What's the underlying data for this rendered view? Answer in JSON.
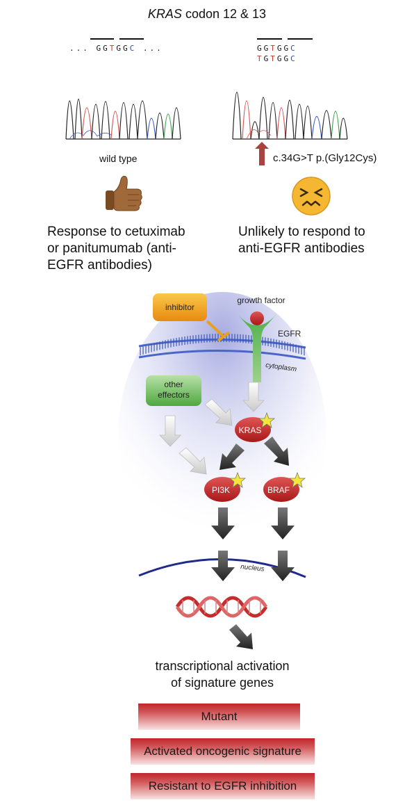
{
  "title": {
    "gene": "KRAS",
    "rest": " codon 12 & 13"
  },
  "wildtype": {
    "seq_prefix": "... ",
    "seq_a": "GG",
    "seq_t": "T",
    "seq_b": "GG",
    "seq_c": "C",
    "seq_suffix": " ...",
    "caption": "wild type",
    "response": [
      "Response to cetuximab",
      "or panitumumab (anti-",
      "EGFR antibodies)"
    ],
    "icon": "thumbs-up-icon"
  },
  "mutant": {
    "row1_a": "GG",
    "row1_t": "T",
    "row1_b": "GG",
    "row1_c": "C",
    "row2_t1": "T",
    "row2_a": "G",
    "row2_t2": "T",
    "row2_b": "GG",
    "row2_c": "C",
    "mutation": "c.34G>T p.(Gly12Cys)",
    "response": [
      "Unlikely to respond to",
      "anti-EGFR antibodies"
    ],
    "icon": "confounded-face-icon"
  },
  "pathway": {
    "inhibitor": "inhibitor",
    "growth_factor": "growth factor",
    "egfr": "EGFR",
    "cytoplasm": "cytoplasm",
    "other_effectors": [
      "other",
      "effectors"
    ],
    "kras": "KRAS",
    "pi3k": "PI3K",
    "braf": "BRAF",
    "nucleus": "nucleus",
    "transcription": [
      "transcriptional activation",
      "of signature genes"
    ]
  },
  "bars": {
    "mutant": "Mutant",
    "signature": "Activated oncogenic signature",
    "resistant": "Resistant to EGFR inhibition"
  },
  "colors": {
    "trace_black": "#222222",
    "trace_red": "#d9534f",
    "trace_blue": "#3b5cc4",
    "trace_green": "#3ca34a",
    "bar_red": "#c0262a",
    "protein_red": "#cc2b2b",
    "inhibitor_orange": "#f0a020",
    "effector_green": "#5cb85c"
  }
}
